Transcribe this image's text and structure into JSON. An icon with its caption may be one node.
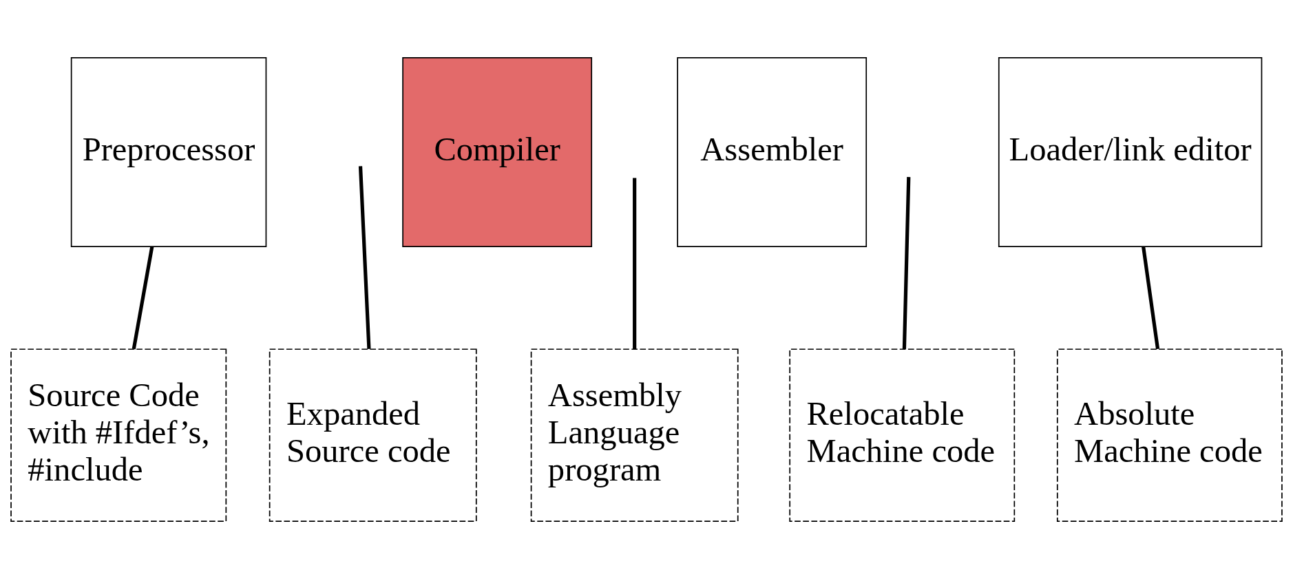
{
  "diagram": {
    "nodes": [
      {
        "text": [
          "Preprocessor"
        ]
      },
      {
        "text": [
          "Compiler"
        ]
      },
      {
        "text": [
          "Assembler"
        ]
      },
      {
        "text": [
          "Loader/link editor"
        ]
      },
      {
        "text": [
          "Source Code with #Ifdef’s, #include"
        ]
      },
      {
        "text": [
          "Expanded Source code"
        ]
      },
      {
        "text": [
          "Assembly Language program"
        ]
      },
      {
        "text": [
          "Relocatable Machine code"
        ]
      },
      {
        "text": [
          "Absolute Machine code"
        ]
      }
    ],
    "edges": [
      {
        "from": 4,
        "to": 0,
        "arrow": "none"
      },
      {
        "from": 5,
        "to": null,
        "arrow": "none"
      },
      {
        "from": 6,
        "to": null,
        "arrow": "none"
      },
      {
        "from": 7,
        "to": null,
        "arrow": "none"
      },
      {
        "from": 8,
        "to": 3,
        "arrow": "none"
      }
    ]
  }
}
